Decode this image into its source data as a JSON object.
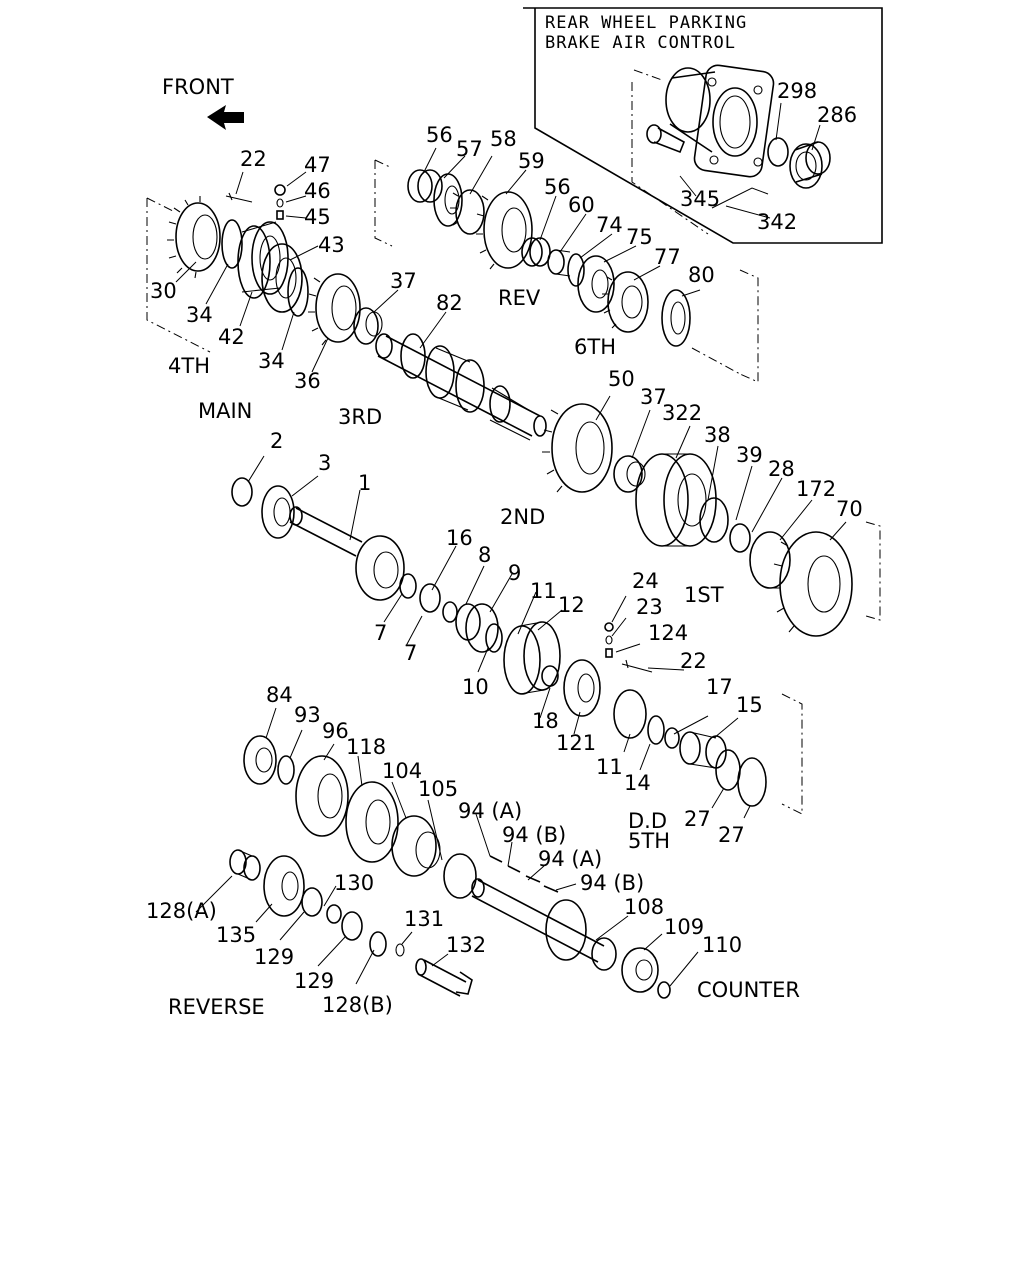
{
  "box": {
    "title_line1": "REAR WHEEL PARKING",
    "title_line2": "BRAKE AIR CONTROL"
  },
  "sections": {
    "front": "FRONT",
    "fourth": "4TH",
    "main": "MAIN",
    "third": "3RD",
    "rev": "REV",
    "sixth": "6TH",
    "second": "2ND",
    "first": "1ST",
    "dd_fifth_l1": "D.D",
    "dd_fifth_l2": "5TH",
    "reverse": "REVERSE",
    "counter": "COUNTER"
  },
  "labels": {
    "p298": "298",
    "p286": "286",
    "p345": "345",
    "p342": "342",
    "p22a": "22",
    "p47": "47",
    "p46": "46",
    "p45": "45",
    "p43": "43",
    "p30": "30",
    "p34a": "34",
    "p42": "42",
    "p34b": "34",
    "p36": "36",
    "p37a": "37",
    "p82": "82",
    "p56a": "56",
    "p57": "57",
    "p58": "58",
    "p59": "59",
    "p56b": "56",
    "p60": "60",
    "p74": "74",
    "p75": "75",
    "p77": "77",
    "p80": "80",
    "p50": "50",
    "p37b": "37",
    "p322": "322",
    "p38": "38",
    "p39": "39",
    "p28": "28",
    "p172": "172",
    "p70": "70",
    "p2": "2",
    "p3": "3",
    "p1": "1",
    "p16": "16",
    "p8": "8",
    "p9": "9",
    "p11a": "11",
    "p12": "12",
    "p7a": "7",
    "p7b": "7",
    "p10": "10",
    "p18": "18",
    "p121": "121",
    "p24": "24",
    "p23": "23",
    "p124": "124",
    "p22b": "22",
    "p17": "17",
    "p15": "15",
    "p11b": "11",
    "p14": "14",
    "p27a": "27",
    "p27b": "27",
    "p84": "84",
    "p93": "93",
    "p96": "96",
    "p118": "118",
    "p104": "104",
    "p105": "105",
    "p94a1": "94 (A)",
    "p94b1": "94 (B)",
    "p94a2": "94 (A)",
    "p94b2": "94 (B)",
    "p108": "108",
    "p109": "109",
    "p110": "110",
    "p128a": "128(A)",
    "p135": "135",
    "p130": "130",
    "p129a": "129",
    "p129b": "129",
    "p131": "131",
    "p132": "132",
    "p128b": "128(B)"
  }
}
